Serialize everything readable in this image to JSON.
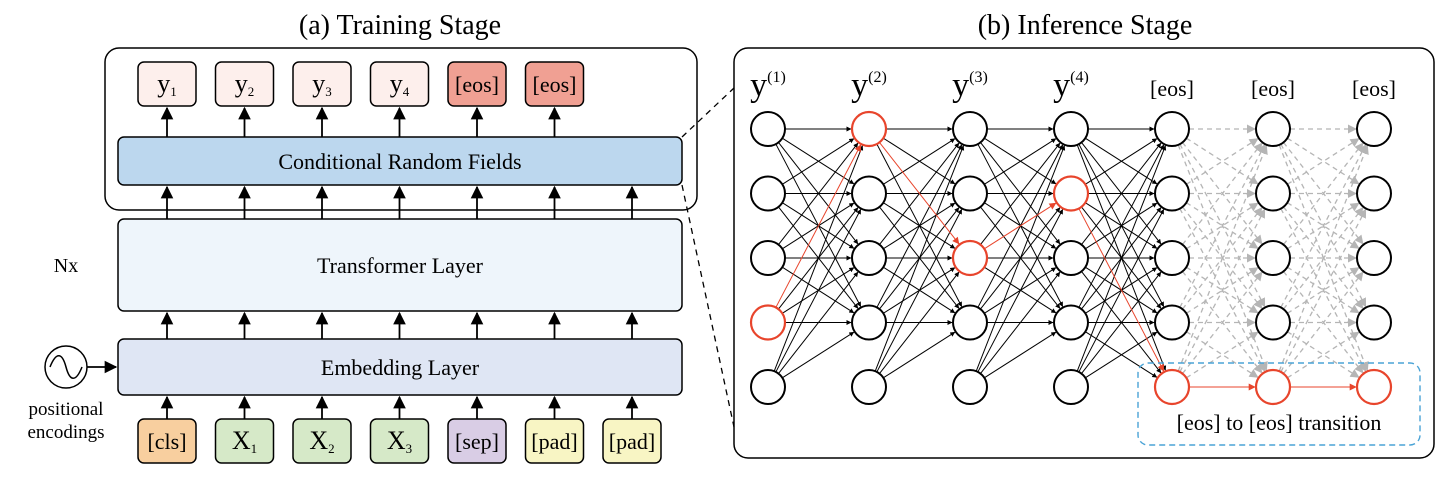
{
  "training": {
    "title": "(a) Training Stage",
    "outputs": [
      {
        "base": "y",
        "sub": "1",
        "kind": "y"
      },
      {
        "base": "y",
        "sub": "2",
        "kind": "y"
      },
      {
        "base": "y",
        "sub": "3",
        "kind": "y"
      },
      {
        "base": "y",
        "sub": "4",
        "kind": "y"
      },
      {
        "base": "[eos]",
        "sub": "",
        "kind": "eos"
      },
      {
        "base": "[eos]",
        "sub": "",
        "kind": "eos"
      }
    ],
    "crf_label": "Conditional Random Fields",
    "transformer_label": "Transformer Layer",
    "nx_label": "Nx",
    "embedding_label": "Embedding Layer",
    "positional_line1": "positional",
    "positional_line2": "encodings",
    "inputs": [
      {
        "base": "[cls]",
        "sub": "",
        "kind": "cls"
      },
      {
        "base": "X",
        "sub": "1",
        "kind": "x"
      },
      {
        "base": "X",
        "sub": "2",
        "kind": "x"
      },
      {
        "base": "X",
        "sub": "3",
        "kind": "x"
      },
      {
        "base": "[sep]",
        "sub": "",
        "kind": "sep"
      },
      {
        "base": "[pad]",
        "sub": "",
        "kind": "pad"
      },
      {
        "base": "[pad]",
        "sub": "",
        "kind": "pad"
      }
    ]
  },
  "inference": {
    "title": "(b) Inference Stage",
    "columns": [
      {
        "base": "y",
        "sup": "(1)"
      },
      {
        "base": "y",
        "sup": "(2)"
      },
      {
        "base": "y",
        "sup": "(3)"
      },
      {
        "base": "y",
        "sup": "(4)"
      },
      {
        "base": "[eos]",
        "sup": ""
      },
      {
        "base": "[eos]",
        "sup": ""
      },
      {
        "base": "[eos]",
        "sup": ""
      }
    ],
    "rows": 5,
    "path_rows": [
      3,
      0,
      2,
      1,
      4,
      4,
      4
    ],
    "transition_label": "[eos] to [eos] transition"
  },
  "colors": {
    "stroke": "#000000",
    "highlight": "#e8452c",
    "dashed": "#b5b5b5",
    "transition_box": "#4aa3d6",
    "y_fill": "#fdefec",
    "eos_fill": "#f0a093",
    "crf_fill": "#bcd7ee",
    "transformer_fill": "#eef5fb",
    "embedding_fill": "#dfe6f4",
    "cls_fill": "#f8cf9f",
    "x_fill": "#d6e9c8",
    "sep_fill": "#d9cde5",
    "pad_fill": "#f8f5c4"
  }
}
